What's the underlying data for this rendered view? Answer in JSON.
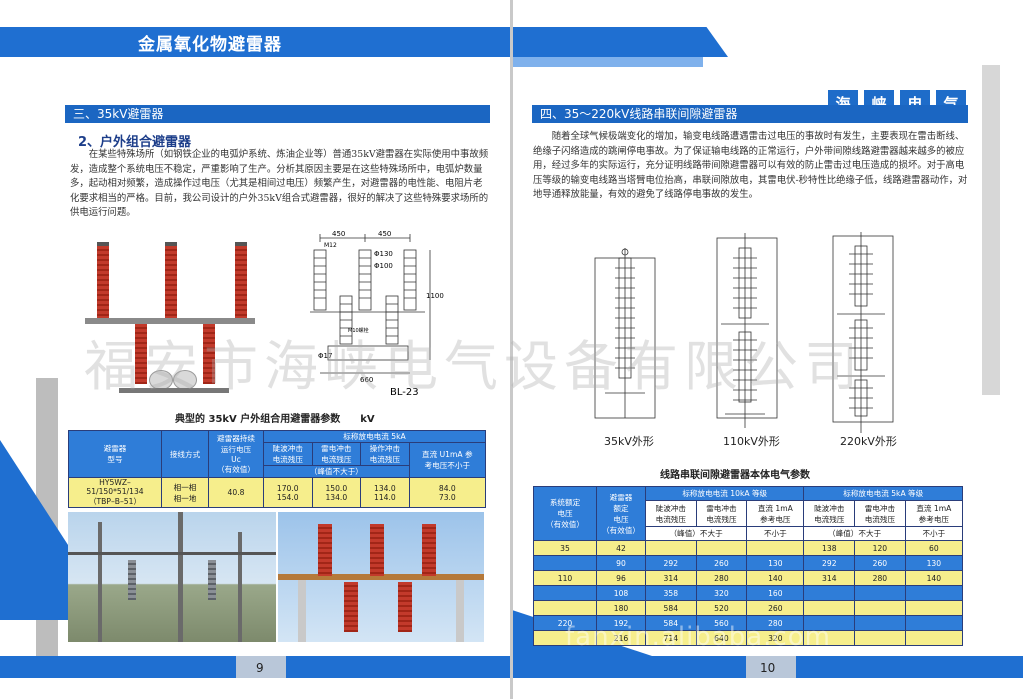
{
  "header": {
    "title": "金属氧化物避雷器",
    "brand": [
      "海",
      "峡",
      "电",
      "气"
    ]
  },
  "left": {
    "section_title": "三、35kV避雷器",
    "subheading": "2、户外组合避雷器",
    "paragraph": "在某些特殊场所（如钢铁企业的电弧炉系统、炼油企业等）普通35kV避雷器在实际使用中事故频发，造成整个系统电压不稳定，严重影响了生产。分析其原因主要是在这些特殊场所中，电弧炉数量多，起动相对频繁，造成操作过电压（尤其是相间过电压）频繁产生，对避雷器的电性能、电阻片老化要求相当的严格。目前，我公司设计的户外35kV组合式避雷器，很好的解决了这些特殊要求场所的供电运行问题。",
    "drawing": {
      "label": "BL-23",
      "dims": [
        "450",
        "450",
        "M12",
        "Φ130",
        "Φ100",
        "1100",
        "M10螺栓",
        "Φ17",
        "660"
      ]
    },
    "table_caption": "典型的 35kV 户外组合用避雷器参数　　kV",
    "table": {
      "col_type": "避雷器\n型号",
      "col_wiring": "接线方式",
      "col_cont": "避雷器持续\n运行电压\nUc\n（有效值）",
      "col_group": "标称放电电流 5kA",
      "col_steep": "陡波冲击\n电流残压",
      "col_light": "雷电冲击\n电流残压",
      "col_switch": "操作冲击\n电流残压",
      "col_dc": "直流 U1mA 参\n考电压不小于",
      "peak_note": "（峰值不大于）",
      "row_type": "HY5WZ–51/150*51/134\n（TBP–B–51）",
      "row_wiring": "相一相\n相一地",
      "row_cont": "40.8",
      "row_steep": "170.0\n154.0",
      "row_light": "150.0\n134.0",
      "row_switch": "134.0\n114.0",
      "row_dc": "84.0\n73.0"
    },
    "page_number": "9"
  },
  "right": {
    "section_title": "四、35～220kV线路串联间隙避雷器",
    "paragraph": "随着全球气候极端变化的增加，输变电线路遭遇雷击过电压的事故时有发生，主要表现在雷击断线、绝缘子闪络造成的跳闸停电事故。为了保证输电线路的正常运行，户外带间隙线路避雷器越来越多的被应用，经过多年的实际运行，充分证明线路带间隙避雷器可以有效的防止雷击过电压造成的损坏。对于高电压等级的输变电线路当塔臂电位抬高，串联间隙放电，其雷电伏-秒特性比绝缘子低，线路避雷器动作，对地导通释放能量，有效的避免了线路停电事故的发生。",
    "figure_labels": [
      "35kV外形",
      "110kV外形",
      "220kV外形"
    ],
    "table_caption": "线路串联间隙避雷器本体电气参数",
    "table": {
      "h_sys": "系统额定\n电压\n（有效值）",
      "h_rated": "避雷器\n额定\n电压\n（有效值）",
      "h_10ka": "标称放电电流 10kA 等级",
      "h_5ka": "标称放电电流 5kA 等级",
      "h_steep": "陡波冲击\n电流残压",
      "h_light": "雷电冲击\n电流残压",
      "h_dc": "直流 1mA\n参考电压",
      "h_peak": "（峰值）不大于",
      "h_min": "不小于",
      "rows": [
        {
          "sys": "35",
          "rated": "42",
          "a1": "",
          "a2": "",
          "a3": "",
          "b1": "138",
          "b2": "120",
          "b3": "60",
          "color": "cy"
        },
        {
          "sys": "",
          "rated": "90",
          "a1": "292",
          "a2": "260",
          "a3": "130",
          "b1": "292",
          "b2": "260",
          "b3": "130",
          "color": "cb"
        },
        {
          "sys": "110",
          "rated": "96",
          "a1": "314",
          "a2": "280",
          "a3": "140",
          "b1": "314",
          "b2": "280",
          "b3": "140",
          "color": "cy"
        },
        {
          "sys": "",
          "rated": "108",
          "a1": "358",
          "a2": "320",
          "a3": "160",
          "b1": "",
          "b2": "",
          "b3": "",
          "color": "cb"
        },
        {
          "sys": "",
          "rated": "180",
          "a1": "584",
          "a2": "520",
          "a3": "260",
          "b1": "",
          "b2": "",
          "b3": "",
          "color": "cy"
        },
        {
          "sys": "220",
          "rated": "192",
          "a1": "584",
          "a2": "560",
          "a3": "280",
          "b1": "",
          "b2": "",
          "b3": "",
          "color": "cb"
        },
        {
          "sys": "",
          "rated": "216",
          "a1": "714",
          "a2": "640",
          "a3": "320",
          "b1": "",
          "b2": "",
          "b3": "",
          "color": "cy"
        }
      ]
    },
    "page_number": "10"
  },
  "watermarks": {
    "company": "福安市海峡电气设备有限公司",
    "site": "fanxin.alibaba.com"
  },
  "colors": {
    "accent_blue": "#1f6fd1",
    "table_blue": "#2f7dd8",
    "table_yellow": "#f6ee8c",
    "insulator_red": "#c23a2b"
  }
}
